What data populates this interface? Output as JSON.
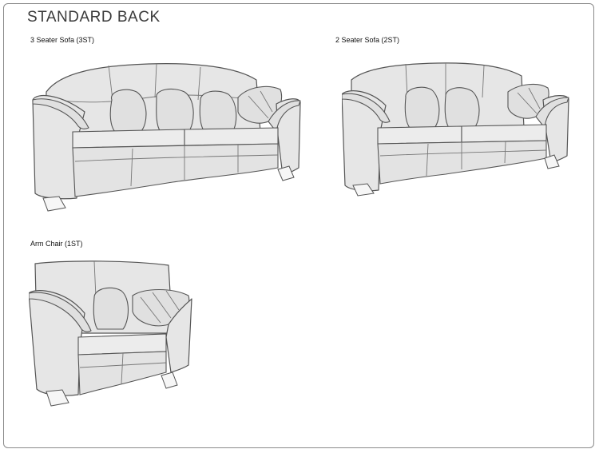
{
  "page": {
    "title": "STANDARD BACK"
  },
  "items": [
    {
      "label": "3 Seater Sofa (3ST)",
      "icon": "three-seater-sofa-illustration"
    },
    {
      "label": "2 Seater Sofa (2ST)",
      "icon": "two-seater-sofa-illustration"
    },
    {
      "label": "Arm Chair (1ST)",
      "icon": "arm-chair-illustration"
    }
  ],
  "colors": {
    "border": "#8a8a8a",
    "fabric": "#e6e6e6",
    "outline": "#555555"
  }
}
